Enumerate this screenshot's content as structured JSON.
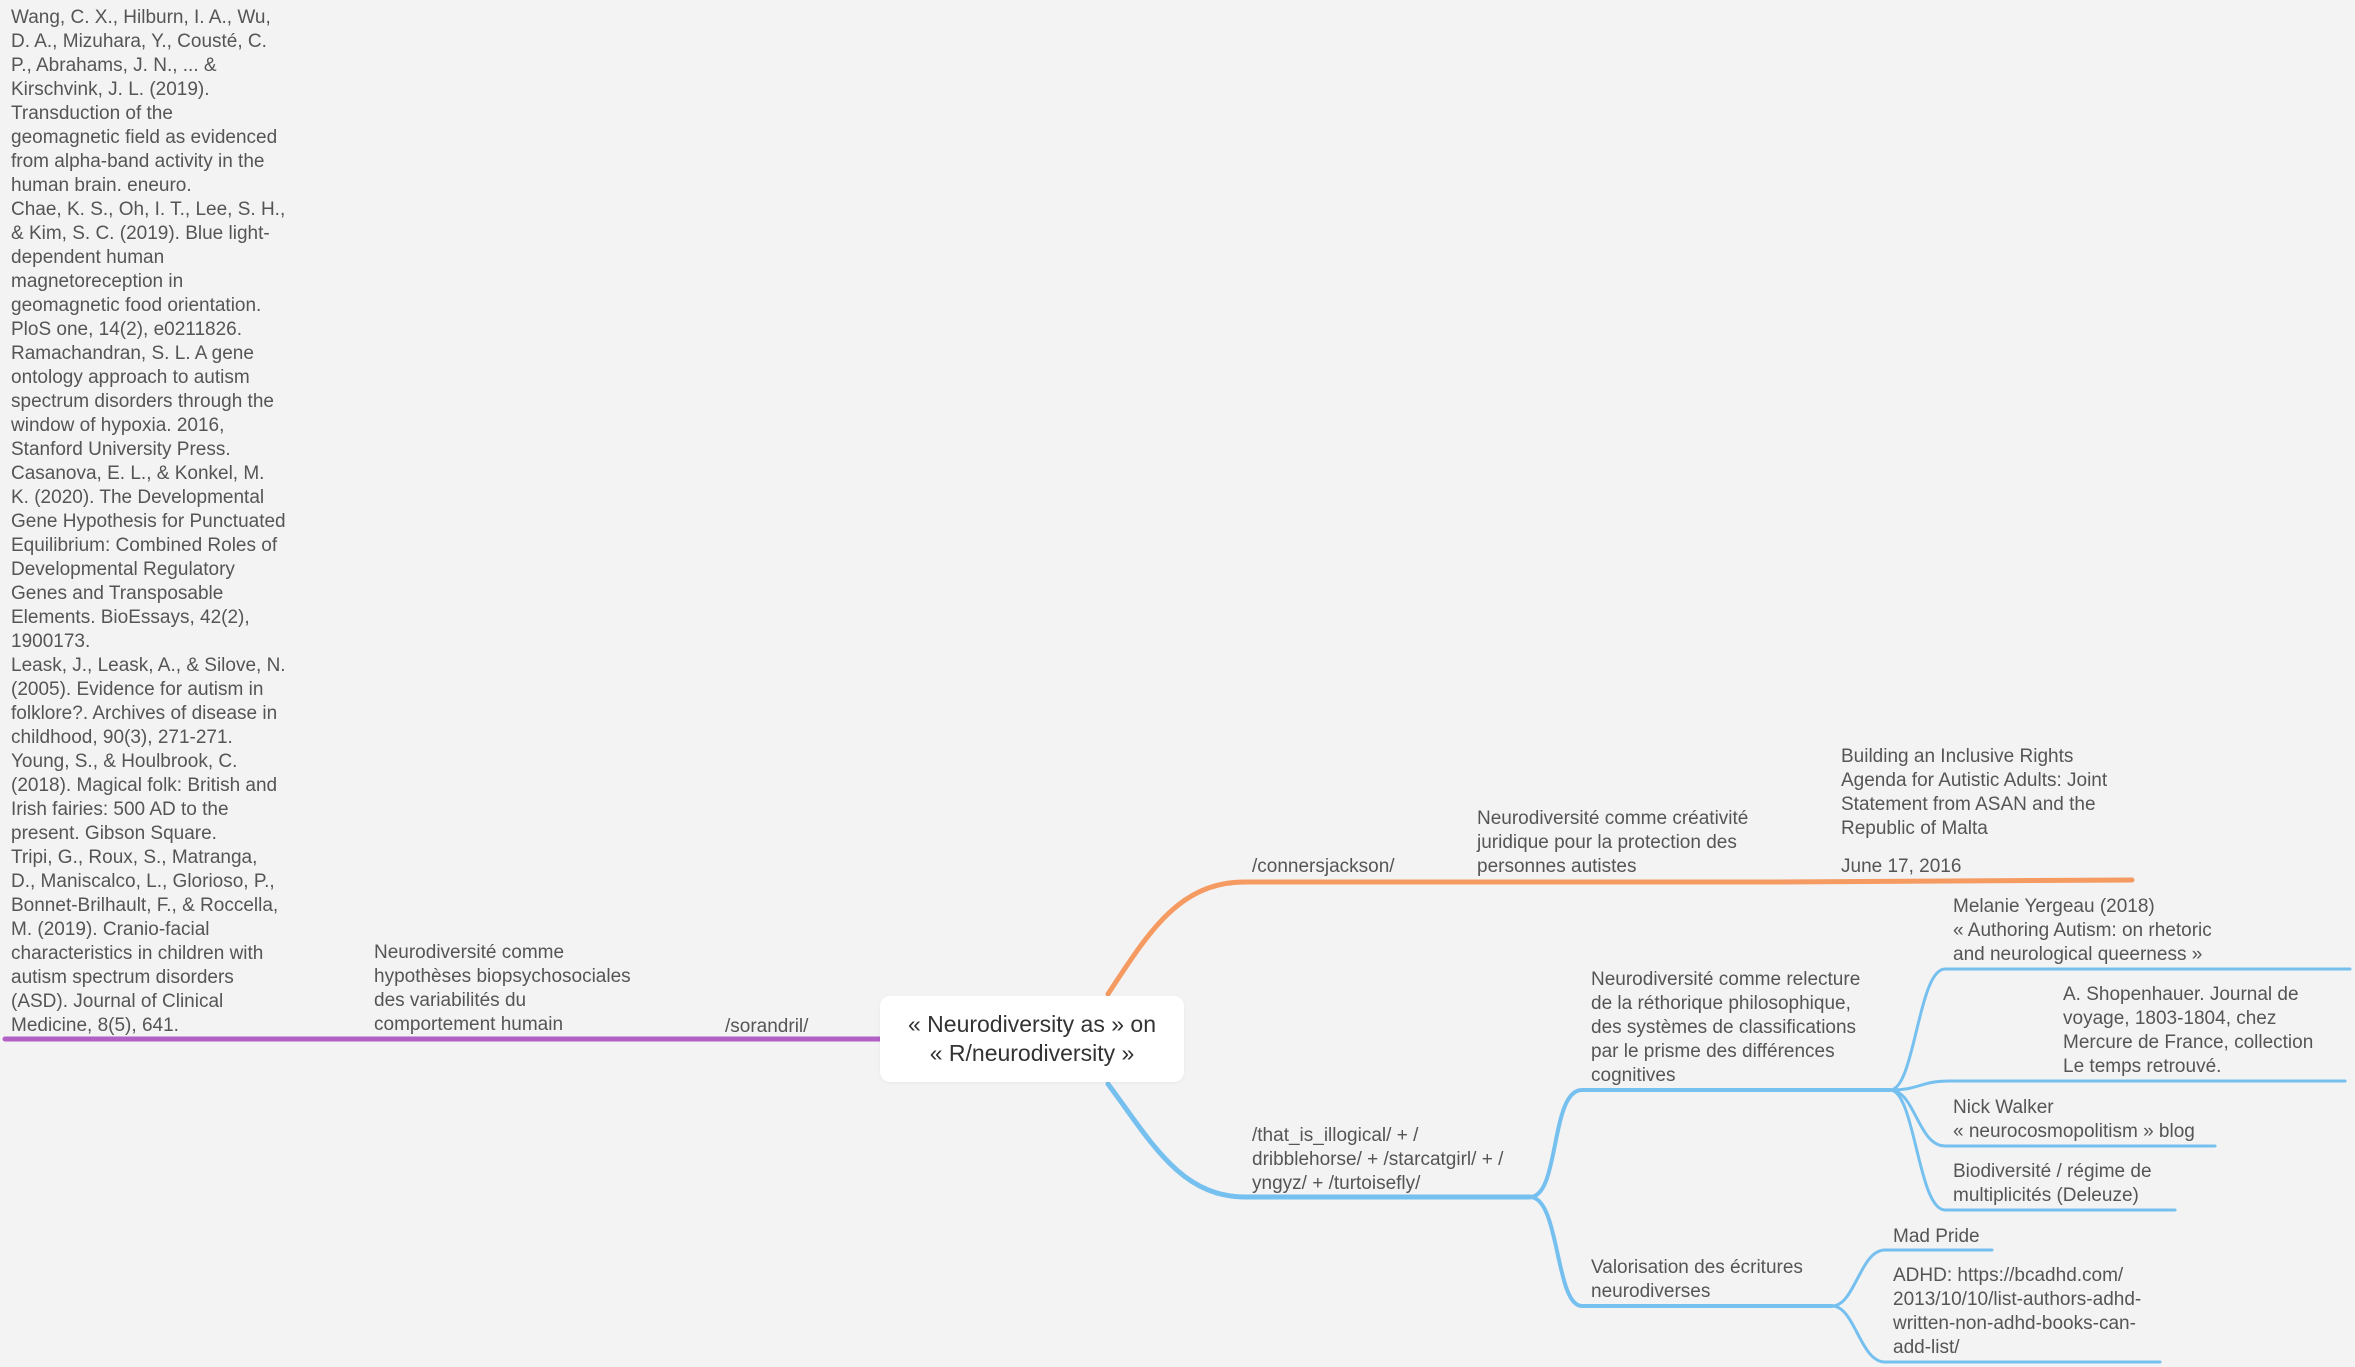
{
  "colors": {
    "background": "#f3f3f3",
    "branch_orange": "#f59a61",
    "branch_blue": "#76c0ef",
    "branch_purple": "#b25fc6",
    "text": "#555555"
  },
  "root": {
    "label": "« Neurodiversity as » on\n« R/neurodiversity »"
  },
  "left": {
    "sorandril": "/sorandril/",
    "hypotheses": "Neurodiversité comme\nhypothèses biopsychosociales\ndes variabilités du\ncomportement humain",
    "references": "Wang, C. X., Hilburn, I. A., Wu,\nD. A., Mizuhara, Y., Cousté, C.\nP., Abrahams, J. N., ... &\nKirschvink, J. L. (2019).\nTransduction of the\ngeomagnetic field as evidenced\nfrom alpha-band activity in the\nhuman brain. eneuro.\nChae, K. S., Oh, I. T., Lee, S. H.,\n& Kim, S. C. (2019). Blue light-\ndependent human\nmagnetoreception in\ngeomagnetic food orientation.\nPloS one, 14(2), e0211826.\nRamachandran, S. L. A gene\nontology approach to autism\nspectrum disorders through the\nwindow of hypoxia. 2016,\nStanford University Press.\nCasanova, E. L., & Konkel, M.\nK. (2020). The Developmental\nGene Hypothesis for Punctuated\nEquilibrium: Combined Roles of\nDevelopmental Regulatory\nGenes and Transposable\nElements. BioEssays, 42(2),\n1900173.\nLeask, J., Leask, A., & Silove, N.\n(2005). Evidence for autism in\nfolklore?. Archives of disease in\nchildhood, 90(3), 271-271.\nYoung, S., & Houlbrook, C.\n(2018). Magical folk: British and\nIrish fairies: 500 AD to the\npresent. Gibson Square.\nTripi, G., Roux, S., Matranga,\nD., Maniscalco, L., Glorioso, P.,\nBonnet-Brilhault, F., & Roccella,\nM. (2019). Cranio-facial\ncharacteristics in children with\nautism spectrum disorders\n(ASD). Journal of Clinical\nMedicine, 8(5), 641."
  },
  "top_right": {
    "conners": "/connersjackson/",
    "legal": "Neurodiversité comme créativité\njuridique pour la protection des\npersonnes autistes",
    "asan": "Building an Inclusive Rights\nAgenda for Autistic Adults: Joint\nStatement from ASAN and the\nRepublic of Malta",
    "date": "June 17, 2016"
  },
  "bottom_right": {
    "users": "/that_is_illogical/ + /\ndribblehorse/ + /starcatgirl/ + /\nyngyz/ + /turtoisefly/",
    "rethorique": "Neurodiversité comme relecture\nde la réthorique philosophique,\ndes systèmes de classifications\npar le prisme des différences\ncognitives",
    "yergeau": "Melanie Yergeau (2018)\n« Authoring Autism: on rhetoric\nand neurological queerness »",
    "schopenhauer": "A. Shopenhauer. Journal de\nvoyage, 1803-1804, chez\nMercure de France, collection\nLe temps retrouvé.",
    "walker": "Nick Walker\n« neurocosmopolitism » blog",
    "biodiversite": "Biodiversité / régime de\nmultiplicités (Deleuze)",
    "ecritures": "Valorisation des écritures\nneurodiverses",
    "madpride": "Mad Pride",
    "adhd": "ADHD: https://bcadhd.com/\n2013/10/10/list-authors-adhd-\nwritten-non-adhd-books-can-\nadd-list/"
  }
}
